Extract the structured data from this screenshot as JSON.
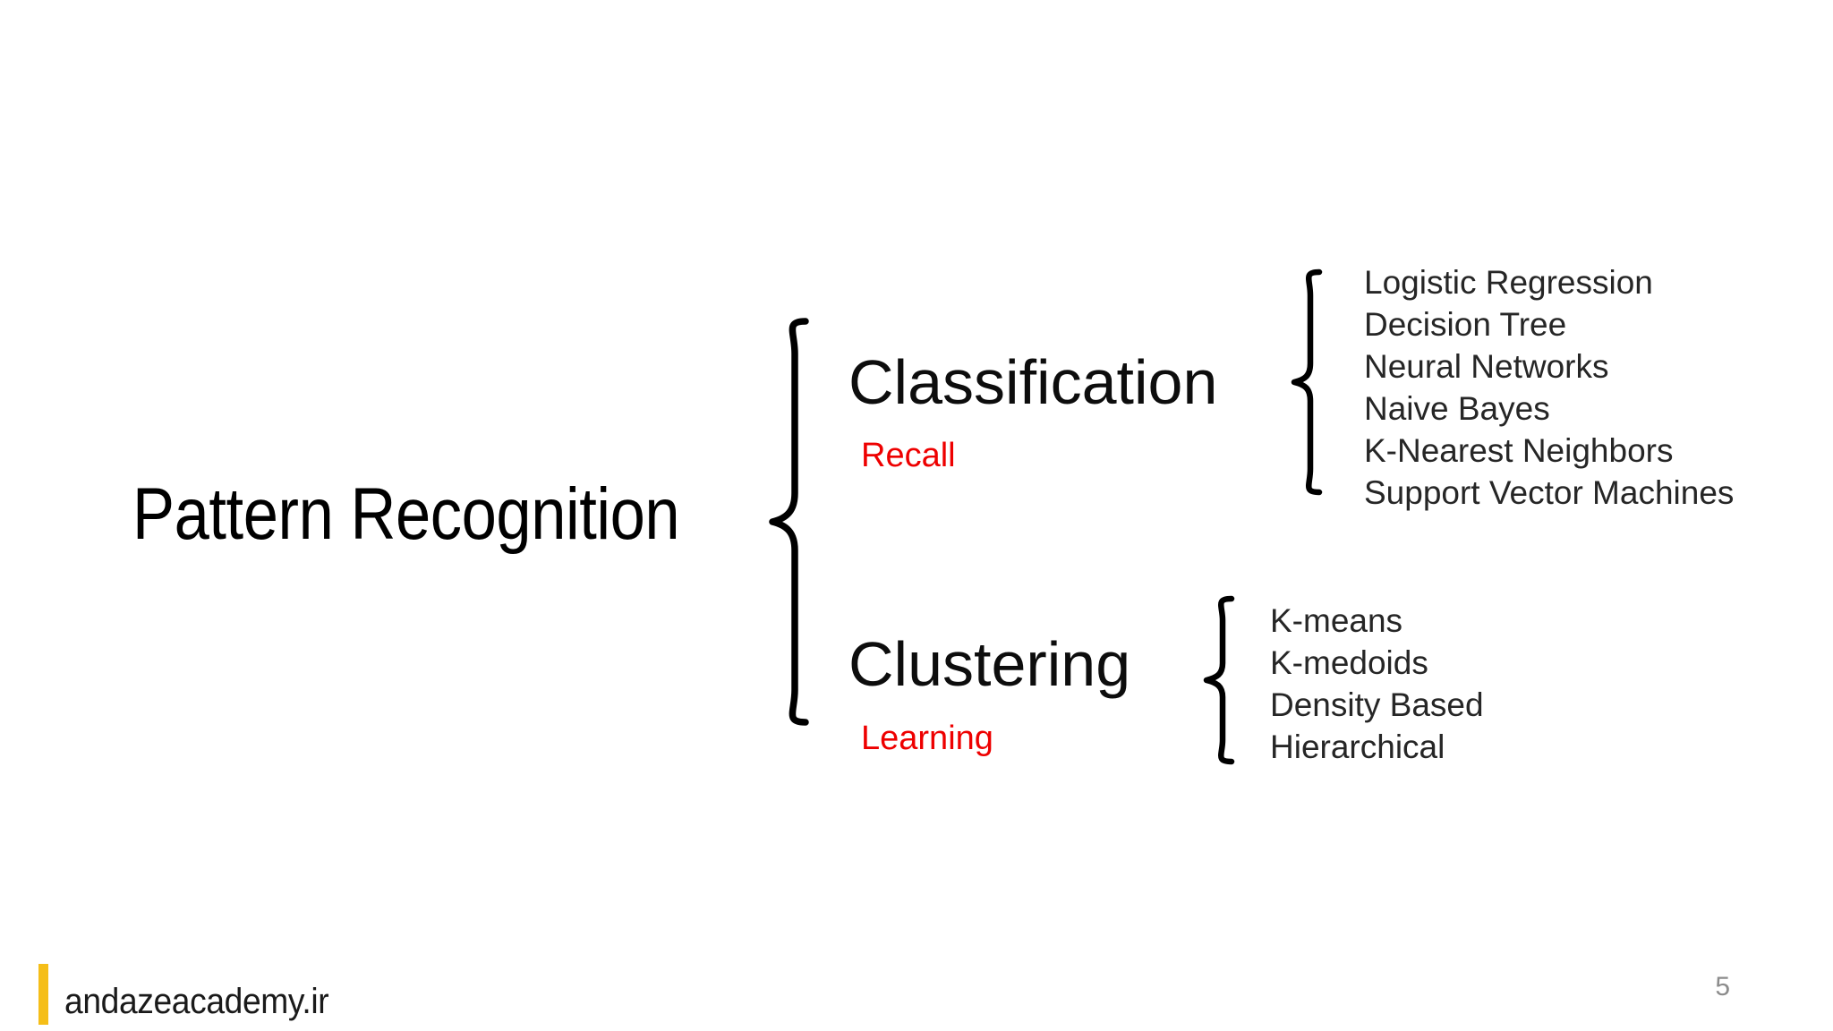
{
  "slide": {
    "page_number": "5",
    "background_color": "#ffffff",
    "accent_red": "#ee0000",
    "brand_bar_color": "#F5BE18",
    "text_color": "#262626"
  },
  "root": {
    "label": "Pattern Recognition"
  },
  "branches": [
    {
      "id": "classification",
      "title": "Classification",
      "subtitle": "Recall",
      "subtitle_color": "#ee0000",
      "items": [
        "Logistic Regression",
        "Decision Tree",
        "Neural Networks",
        "Naive Bayes",
        "K-Nearest Neighbors",
        "Support Vector Machines"
      ]
    },
    {
      "id": "clustering",
      "title": "Clustering",
      "subtitle": "Learning",
      "subtitle_color": "#ee0000",
      "items": [
        "K-means",
        "K-medoids",
        "Density Based",
        "Hierarchical"
      ]
    }
  ],
  "brand": {
    "text": "andazeacademy.ir"
  }
}
